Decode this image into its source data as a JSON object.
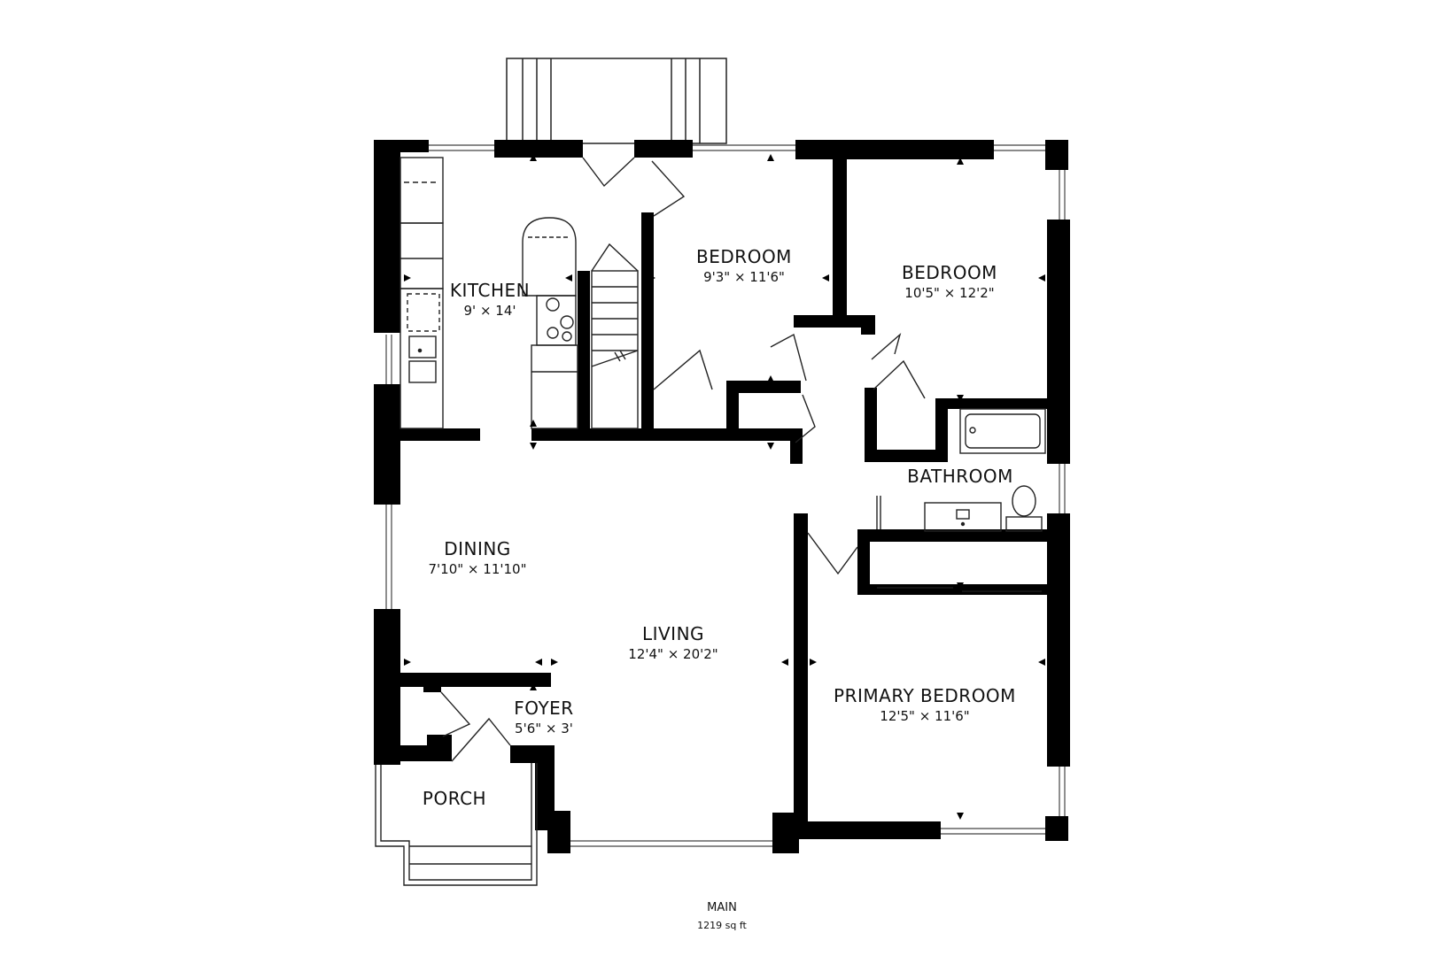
{
  "floor": {
    "name": "MAIN",
    "area": "1219 sq ft"
  },
  "rooms": {
    "kitchen": {
      "name": "KITCHEN",
      "dims": "9' × 14'"
    },
    "bedroom_a": {
      "name": "BEDROOM",
      "dims": "9'3\" × 11'6\""
    },
    "bedroom_b": {
      "name": "BEDROOM",
      "dims": "10'5\" × 12'2\""
    },
    "bathroom": {
      "name": "BATHROOM"
    },
    "dining": {
      "name": "DINING",
      "dims": "7'10\" × 11'10\""
    },
    "living": {
      "name": "LIVING",
      "dims": "12'4\" × 20'2\""
    },
    "foyer": {
      "name": "FOYER",
      "dims": "5'6\" × 3'"
    },
    "primary": {
      "name": "PRIMARY BEDROOM",
      "dims": "12'5\" × 11'6\""
    },
    "porch": {
      "name": "PORCH"
    }
  },
  "colors": {
    "wall": "#000000",
    "line": "#222222",
    "background": "#ffffff"
  }
}
